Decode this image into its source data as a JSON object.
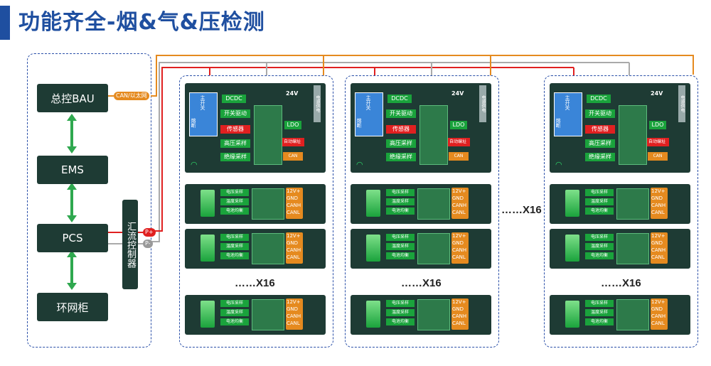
{
  "title": "功能齐全-烟&气&压检测",
  "left": {
    "bau": "总控BAU",
    "ems": "EMS",
    "pcs": "PCS",
    "ring": "环网柜",
    "converter": "汇流控制器",
    "comm": "CAN/以太网",
    "pplus": "P+",
    "pminus": "P-"
  },
  "controller": {
    "dcdc": "DCDC",
    "v24": "24V",
    "main_switch": "主开关",
    "fuse": "熔断",
    "switch_drive": "开关驱动",
    "sensor": "传感器",
    "ldo": "LDO",
    "hv_sample": "高压采样",
    "addr": "自动编址",
    "ins_sample": "绝缘采样",
    "can": "CAN",
    "power_supply": "电源供电"
  },
  "module": {
    "labels": [
      "电压采样",
      "温度采样",
      "电池均衡"
    ],
    "pins": [
      "12V+",
      "GND",
      "CANH",
      "CANL"
    ]
  },
  "x16_module": "……X16",
  "x16_cluster": "……X16",
  "colors": {
    "dark": "#1e3b34",
    "green": "#1aa33c",
    "orange": "#e58a1f",
    "red": "#e02020",
    "blue": "#2a4fa8"
  }
}
